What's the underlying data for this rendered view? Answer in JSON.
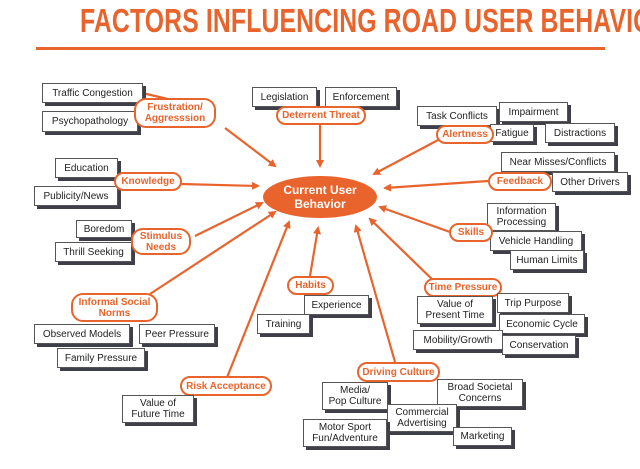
{
  "title": "FACTORS INFLUENCING ROAD USER BEHAVIOR",
  "accent_color": "#e8642c",
  "center": "Current User\nBehavior",
  "factors": {
    "frustration": "Frustration/\nAggresssion",
    "knowledge": "Knowledge",
    "stimulus": "Stimulus\nNeeds",
    "informal": "Informal Social\nNorms",
    "risk": "Risk Acceptance",
    "habits": "Habits",
    "driving_culture": "Driving Culture",
    "time_pressure": "Time Pressure",
    "skills": "Skills",
    "feedback": "Feedback",
    "alertness": "Alertness",
    "deterrent": "Deterrent Threat"
  },
  "sub": {
    "traffic_congestion": "Traffic Congestion",
    "psychopathology": "Psychopathology",
    "education": "Education",
    "publicity": "Publicity/News",
    "boredom": "Boredom",
    "thrill": "Thrill Seeking",
    "observed_models": "Observed Models",
    "peer_pressure": "Peer Pressure",
    "family_pressure": "Family Pressure",
    "value_future_time": "Value of\nFuture Time",
    "experience": "Experience",
    "training": "Training",
    "media": "Media/\nPop Culture",
    "broad_societal": "Broad Societal\nConcerns",
    "commercial": "Commercial\nAdvertising",
    "motor_sport": "Motor Sport\nFun/Adventure",
    "marketing": "Marketing",
    "value_present_time": "Value of\nPresent Time",
    "trip_purpose": "Trip Purpose",
    "economic_cycle": "Economic Cycle",
    "mobility": "Mobility/Growth",
    "conservation": "Conservation",
    "information": "Information\nProcessing",
    "vehicle_handling": "Vehicle Handling",
    "human_limits": "Human Limits",
    "near_misses": "Near Misses/Conflicts",
    "other_drivers": "Other Drivers",
    "task_conflicts": "Task Conflicts",
    "impairment": "Impairment",
    "fatigue": "Fatigue",
    "distractions": "Distractions",
    "legislation": "Legislation",
    "enforcement": "Enforcement"
  }
}
